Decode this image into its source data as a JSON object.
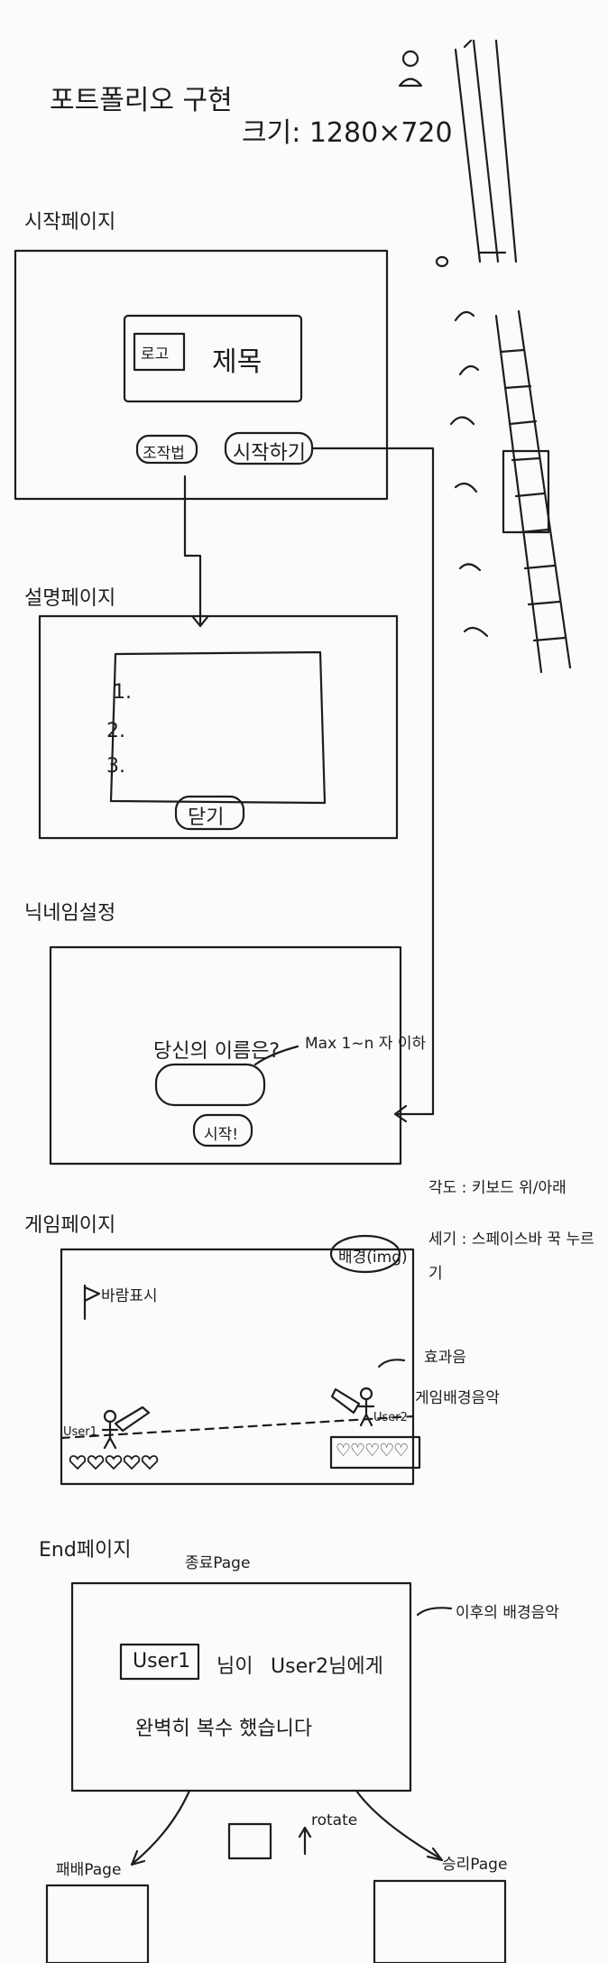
{
  "header": {
    "title": "포트폴리오 구현",
    "size": "크기: 1280×720"
  },
  "pages": {
    "start": {
      "label": "시작페이지",
      "logo": "로고",
      "title_text": "제목",
      "how_button": "조작법",
      "start_button": "시작하기"
    },
    "instructions": {
      "label": "설명페이지",
      "items": [
        "1.",
        "2.",
        "3."
      ],
      "close_button": "닫기"
    },
    "nickname": {
      "label": "닉네임설정",
      "prompt": "당신의 이름은?",
      "note": "Max 1~n 자 이하",
      "start_button": "시작!"
    },
    "game": {
      "label": "게임페이지",
      "controls": {
        "move": "각도 : 키보드 위/아래",
        "fire": "세기 : 스페이스바 꾹 누르기"
      },
      "flag_text": "바람표시",
      "bg_text": "배경(img)",
      "sound_note_1": "효과음",
      "sound_note_2": "게임배경음악",
      "player1": "User1",
      "player2": "User2",
      "hearts": "♡♡♡♡♡"
    },
    "end": {
      "label": "End페이지",
      "sub_label": "종료Page",
      "user_box": "User1",
      "message_1": "님이",
      "message_2": "User2님에게",
      "message_3": "완벽히 복수 했습니다",
      "bgm_note": "이후의 배경음악",
      "rotate_note": "rotate",
      "left_result": "패배Page",
      "right_result": "승리Page"
    }
  }
}
